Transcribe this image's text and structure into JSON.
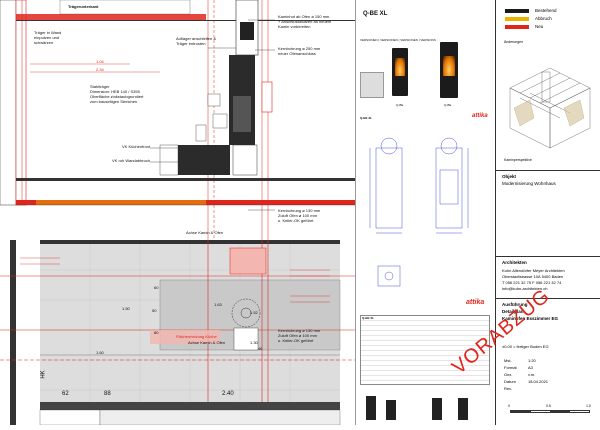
{
  "plan_labels": {
    "traeger_top": "Trägerunterkant",
    "traeger_wand": "Träger in Wand\neinputzen und\nschwärzen",
    "dim_104": "1.04",
    "dim_234": "2.34",
    "kaminhut": "Kaminhut ab Ofen ø 150 mm\n+ Anschlussstutzen an neuem\nKamin vorbereiten",
    "aufleger": "Auflager anschleifen &\nTräger entrosten",
    "kernbohrung_250": "Kernbohrung ø 250 mm\nneuer Ofenanschluss",
    "stahltraeger": "Stahlträger\nDimension: HEB 140 / S355\nOberfläche zinkstaubgrundiert\nzum bauseitigen Streichen",
    "vk_kuechenfront": "VK Küchenfront",
    "vk_wand": "VK roh Wandabbruch",
    "kernbohrung_130_a": "Kernbohrung ø 130 mm\nZuluft Ofen ø 100 mm\nu. Keller-OK geführt",
    "achse_a": "Achse Kamin & Ofen",
    "dim_150": "1.50",
    "dim_50": "50",
    "dim_60": "60",
    "dim_80": "80",
    "dim_163": "1.63",
    "dim_152": "1.52",
    "dim_130": "1.30",
    "dim_46": "46",
    "dim_62": "62",
    "dim_88": "88",
    "dim_240": "2.40",
    "dim_160": "1.60",
    "hk": "HK",
    "flaechenheizung": "Flächenheizung Küche",
    "achse_b": "Achse Kamin & Ofen",
    "kernbohrung_130_b": "Kernbohrung ø 130 mm\nZuluft Ofen ø 100 mm\nu. Keller-OK geführt"
  },
  "product": {
    "brand_title": "Q-BE XL",
    "sheet_header": "VERSIONEN | VERSIONEN | VERSIONEN | VERSIONS",
    "small_left_label": "Q-BE XL",
    "attika_logo_a": "attika",
    "attika_logo_b": "attika",
    "model_caption_1": "Q-BE",
    "model_caption_2": "Q-BE",
    "spec_table_title": "Q-BE XL"
  },
  "legend": [
    {
      "label": "Bestehend",
      "color": "#1a1a1a"
    },
    {
      "label": "Abbruch",
      "color": "#e8b400"
    },
    {
      "label": "Neu",
      "color": "#e0261c"
    }
  ],
  "title_block": {
    "aenderungen": "Änderungen",
    "sketch_caption": "Kaminperspektive",
    "objekt_label": "Objekt",
    "objekt_value": "Modernisierung Wohnhaus",
    "architekten_label": "Architekten",
    "firm_name": "Kuhn Allendörfer Meyer Architekten",
    "address": "Oberstadtstrasse 10A 5400 Baden",
    "phone": "T 056 221 32 75  F 056 221 32 74",
    "email": "info@kuhn-architekten.ch",
    "ausfuehrung": "Ausführung",
    "detailplan": "Detailplan",
    "kamin": "Kaminofen Esszimmer EG",
    "level": "±0.00 = fertiger Boden EG",
    "massstab_label": "Mst.",
    "massstab_value": "1:20",
    "format_label": "Format",
    "format_value": "A3",
    "gez_label": "Gez.",
    "gez_value": "v.m.",
    "datum_label": "Datum",
    "datum_value": "18.04.2021",
    "rev_label": "Rev.",
    "scale_0": "0",
    "scale_05": "0.5",
    "scale_1": "1.0",
    "stamp": "VORABZUG"
  }
}
